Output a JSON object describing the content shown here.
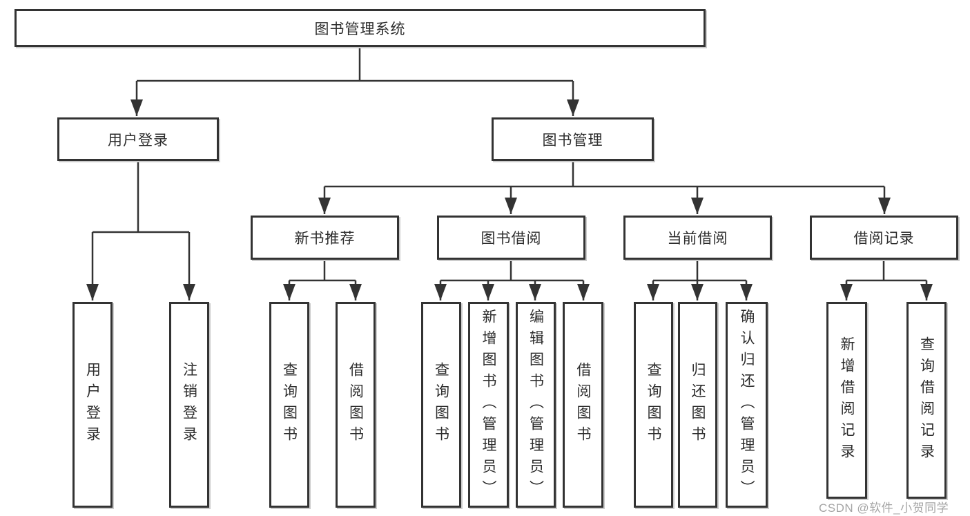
{
  "diagram_title": "图书管理系统",
  "colors": {
    "line": "#333333",
    "box_border": "#333333",
    "text": "#2d2d2d",
    "watermark": "#a5a5a5"
  },
  "watermark": "CSDN @软件_小贺同学",
  "tree": {
    "label": "图书管理系统",
    "children": [
      {
        "label": "用户登录",
        "children": [
          {
            "label": "用户登录"
          },
          {
            "label": "注销登录"
          }
        ]
      },
      {
        "label": "图书管理",
        "children": [
          {
            "label": "新书推荐",
            "children": [
              {
                "label": "查询图书"
              },
              {
                "label": "借阅图书"
              }
            ]
          },
          {
            "label": "图书借阅",
            "children": [
              {
                "label": "查询图书"
              },
              {
                "label": "新增图书（管理员）"
              },
              {
                "label": "编辑图书（管理员）"
              },
              {
                "label": "借阅图书"
              }
            ]
          },
          {
            "label": "当前借阅",
            "children": [
              {
                "label": "查询图书"
              },
              {
                "label": "归还图书"
              },
              {
                "label": "确认归还（管理员）"
              }
            ]
          },
          {
            "label": "借阅记录",
            "children": [
              {
                "label": "新增借阅记录"
              },
              {
                "label": "查询借阅记录"
              }
            ]
          }
        ]
      }
    ]
  }
}
